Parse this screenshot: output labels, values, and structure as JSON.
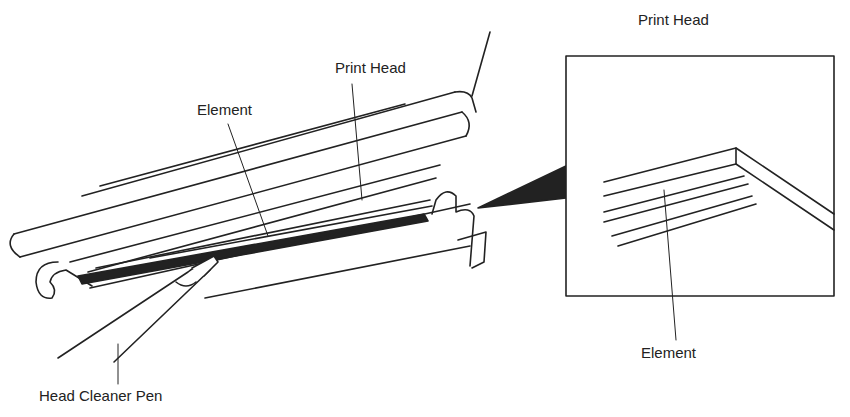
{
  "diagram": {
    "labels": [
      "Print Head",
      "Print Head",
      "Element",
      "Element",
      "Head Cleaner Pen"
    ]
  }
}
